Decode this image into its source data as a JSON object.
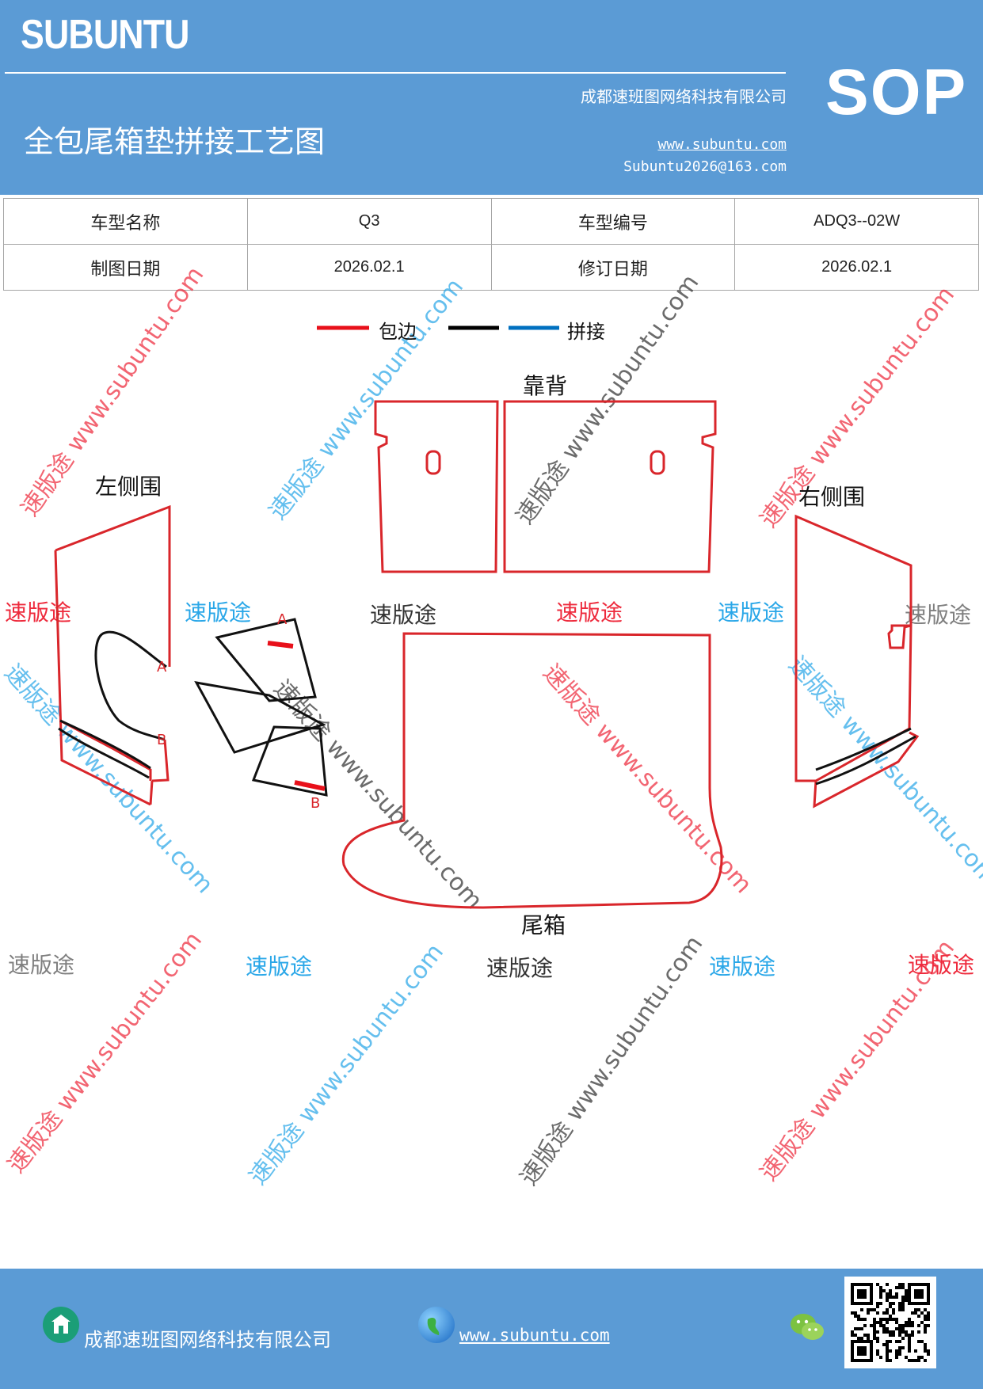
{
  "header": {
    "brand": "SUBUNTU",
    "company": "成都速班图网络科技有限公司",
    "title": "全包尾箱垫拼接工艺图",
    "website": "www.subuntu.com",
    "email": "Subuntu2026@163.com",
    "badge": "SOP"
  },
  "info_table": {
    "model_name_label": "车型名称",
    "model_name_value": "Q3",
    "model_code_label": "车型编号",
    "model_code_value": "ADQ3--02W",
    "draw_date_label": "制图日期",
    "draw_date_value": "2026.02.1",
    "revise_date_label": "修订日期",
    "revise_date_value": "2026.02.1"
  },
  "legend": {
    "items": [
      {
        "label": "包边",
        "color": "#e8101a"
      },
      {
        "label": "",
        "color": "#000000"
      },
      {
        "label": "拼接",
        "color": "#0070c0"
      }
    ]
  },
  "parts": {
    "backrest": "靠背",
    "left_side": "左侧围",
    "right_side": "右侧围",
    "trunk": "尾箱",
    "mark_a": "A",
    "mark_b": "B"
  },
  "watermarks": {
    "brand_cn": "速版途",
    "diagonal": "速版途 www.subuntu.com"
  },
  "footer": {
    "company": "成都速班图网络科技有限公司",
    "website": "www.subuntu.com"
  },
  "colors": {
    "header_bg": "#5b9bd5",
    "outline_red": "#d9262b",
    "wm_red": "#ee2a3c",
    "wm_blue": "#2aa7e8",
    "wm_gray": "#7f7f7f",
    "wm_dark": "#333333"
  }
}
